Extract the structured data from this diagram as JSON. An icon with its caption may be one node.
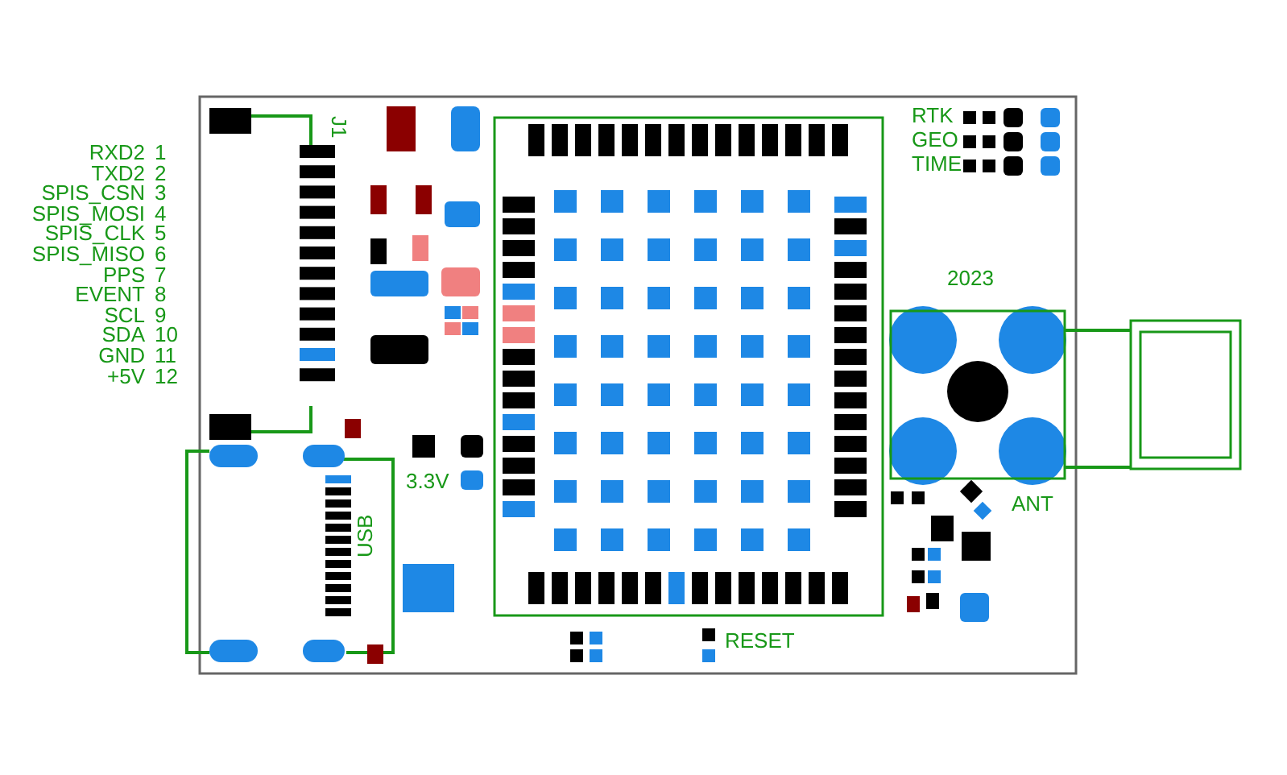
{
  "diagram": {
    "labels": [
      "RXD2",
      "1",
      "TXD2",
      "2",
      "SPIS_CSN",
      "3",
      "SPIS_MOSI",
      "4",
      "SPIS_CLK",
      "5",
      "SPIS_MISO",
      "6",
      "PPS",
      "7",
      "EVENT",
      "8",
      "SCL",
      "9",
      "SDA",
      "10",
      "GND",
      "11",
      "+5V",
      "12",
      "J1",
      "RTK",
      "GEO",
      "TIME",
      "2023",
      "3.3V",
      "USB",
      "ANT",
      "RESET"
    ]
  }
}
